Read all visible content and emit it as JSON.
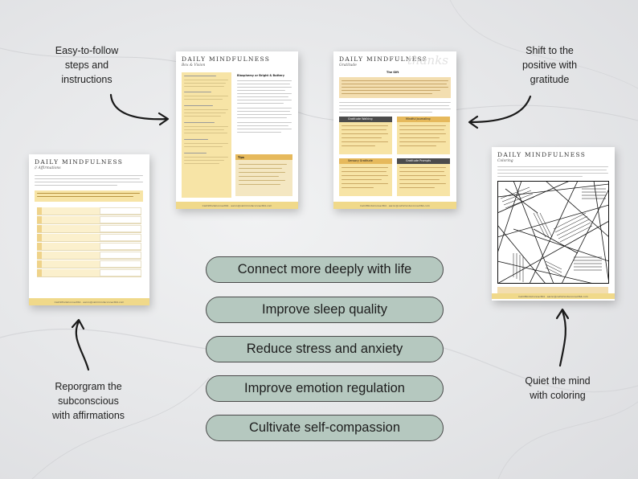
{
  "captions": {
    "steps": "Easy-to-follow\nsteps and\ninstructions",
    "gratitude": "Shift to the\npositive with\ngratitude",
    "affirmations": "Reporgram the\nsubconscious\nwith affirmations",
    "coloring": "Quiet the mind\nwith coloring"
  },
  "benefits": [
    "Connect more deeply with life",
    "Improve sleep quality",
    "Reduce stress and anxiety",
    "Improve emotion regulation",
    "Cultivate self-compassion"
  ],
  "cards": {
    "affirmations": {
      "title": "DAILY MINDFULNESS",
      "subtitle": "// Affirmations",
      "footer": "CalmMindsConnect64  ·  aaron@calmmindsconnect64.com"
    },
    "boxbreath": {
      "title": "DAILY MINDFULNESS",
      "subtitle": "Box & Vision",
      "heading": "Blasphemy or Bright & Buttery",
      "tips": "Tips",
      "footer": "CalmMindsConnect64  ·  aaron@calmmindsconnect64.com"
    },
    "gratitude": {
      "title": "DAILY MINDFULNESS",
      "subtitle": "Gratitude",
      "heading": "The Gift",
      "watermark": "thanks",
      "boxes": [
        "Gratitude Walking",
        "Mindful Journaling",
        "Sensory Gratitude",
        "Gratitude Prompts"
      ],
      "footer": "CalmMindsConnect64  ·  aaron@calmmindsconnect64.com"
    },
    "coloring": {
      "title": "DAILY MINDFULNESS",
      "subtitle": "Coloring",
      "footer": "CalmMindsConnect64  ·  aaron@calmmindsconnect64.com"
    }
  },
  "colors": {
    "pill_fill": "#b5c8bf",
    "pill_border": "#4a4a4a",
    "accent_gold": "#e6b95c",
    "pale_yellow": "#f7e4a6"
  }
}
